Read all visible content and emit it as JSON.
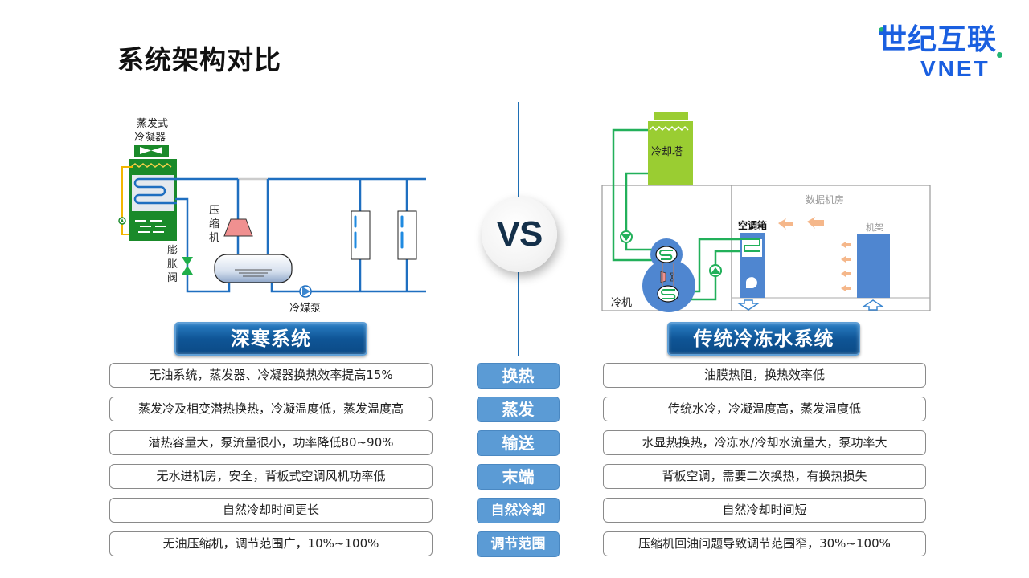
{
  "page": {
    "title": "系统架构对比",
    "logo": {
      "cn": "世纪互联",
      "en": "VNET",
      "brand_color": "#1a5fe0",
      "accent_color": "#22b573"
    },
    "vs_label": "VS"
  },
  "left_system": {
    "name": "深寒系统",
    "diagram": {
      "condenser_label_line1": "蒸发式",
      "condenser_label_line2": "冷凝器",
      "compressor_label": [
        "压",
        "缩",
        "机"
      ],
      "valve_label": [
        "膨",
        "胀",
        "阀"
      ],
      "pump_label": "冷媒泵"
    },
    "rows": [
      "无油系统，蒸发器、冷凝器换热效率提高15%",
      "蒸发冷及相变潜热换热，冷凝温度低，蒸发温度高",
      "潜热容量大，泵流量很小，功率降低80~90%",
      "无水进机房，安全，背板式空调风机功率低",
      "自然冷却时间更长",
      "无油压缩机，调节范围广，10%~100%"
    ]
  },
  "right_system": {
    "name": "传统冷冻水系统",
    "diagram": {
      "tower_label": "冷却塔",
      "room_label": "数据机房",
      "ahu_label": "空调箱",
      "rack_label": "机架",
      "chiller_label": "冷机"
    },
    "rows": [
      "油膜热阻，换热效率低",
      "传统水冷，冷凝温度高，蒸发温度低",
      "水显热换热，冷冻水/冷却水流量大，泵功率大",
      "背板空调，需要二次换热，有换热损失",
      "自然冷却时间短",
      "压缩机回油问题导致调节范围窄，30%~100%"
    ]
  },
  "categories": [
    "换热",
    "蒸发",
    "输送",
    "末端",
    "自然冷却",
    "调节范围"
  ],
  "colors": {
    "banner_blue": "#0f5596",
    "category_blue": "#5b9bd5",
    "pipe_blue": "#1f6fc0",
    "condenser_green": "#1a8a2a",
    "tower_green": "#9acd32",
    "water_pipe_green": "#22b05a",
    "rack_blue": "#4f86d0"
  }
}
